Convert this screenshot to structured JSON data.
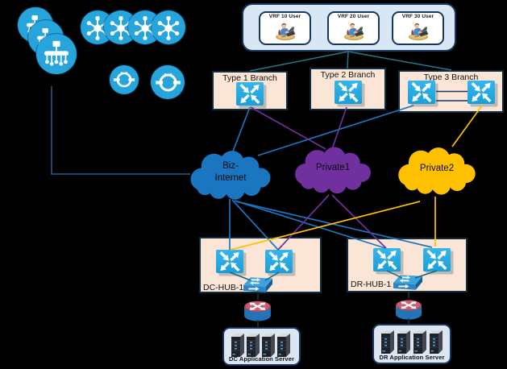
{
  "colors": {
    "background": "#000000",
    "icon_blue": "#26a5dc",
    "panel_fill": "#d9e6f4",
    "panel_border": "#17375e",
    "branch_fill": "#fbe5d6",
    "branch_border": "#0f2c3e",
    "biz_blue": "#1b76c1",
    "private1_purple": "#7030a0",
    "private2_gold": "#ffc000",
    "line_teal": "#20798f",
    "line_navy": "#1d5e96",
    "router_blue": "#1ca7e0",
    "server_fill": "#dce6f2",
    "connector_dark": "#26323f"
  },
  "controllers": {
    "management_icons": [
      "network-management",
      "network-management",
      "network-management"
    ],
    "controller_icons": [
      "controller",
      "controller",
      "controller",
      "controller"
    ],
    "orchestrator_icons": [
      "orchestrator",
      "orchestrator"
    ]
  },
  "vrf_panel": {
    "users": [
      {
        "label": "VRF 10 User"
      },
      {
        "label": "VRF 20 User"
      },
      {
        "label": "VRF 30 User"
      }
    ]
  },
  "branches": [
    {
      "label": "Type 1 Branch",
      "routers": 1
    },
    {
      "label": "Type 2 Branch",
      "routers": 1
    },
    {
      "label": "Type 3 Branch",
      "routers": 2
    }
  ],
  "clouds": [
    {
      "name": "biz-internet",
      "lines": [
        "Biz-",
        "Internet"
      ],
      "color": "#1b76c1"
    },
    {
      "name": "private1",
      "lines": [
        "Private1"
      ],
      "color": "#7030a0"
    },
    {
      "name": "private2",
      "lines": [
        "Private2"
      ],
      "color": "#ffc000"
    }
  ],
  "hubs": [
    {
      "label": "DC-HUB-1"
    },
    {
      "label": "DR-HUB-1"
    }
  ],
  "server_groups": [
    {
      "label": "DC Application Server",
      "servers": 4
    },
    {
      "label": "DR Application Server",
      "servers": 4
    }
  ]
}
